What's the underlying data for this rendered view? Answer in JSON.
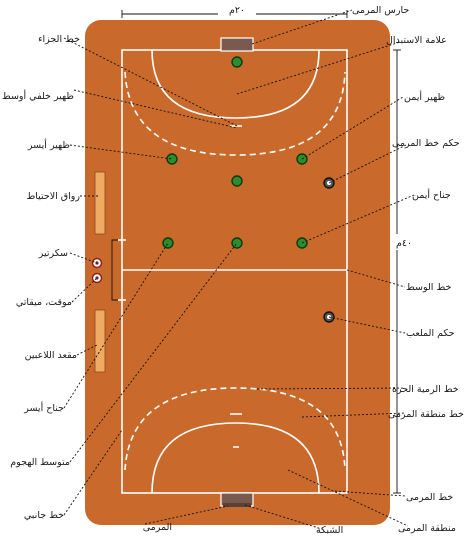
{
  "colors": {
    "court": "#c96a2c",
    "lines": "#ffffff",
    "bench": "#f0ab62",
    "goal": "#7a5a4e",
    "player": "#2e8b2e",
    "referee": "#3a3a3a"
  },
  "dimensions": {
    "width": "٢٠م",
    "length": "٤٠م"
  },
  "labels": {
    "goalkeeper": "حارس المرمى",
    "substitution_mark": "علامة الاستبدال",
    "right_back": "ظهير أيمن",
    "goal_referee": "حكم خط المرمى",
    "right_wing": "جناح أيمن",
    "centre_line": "خط الوسط",
    "court_referee": "حكم الملعب",
    "free_throw_line": "خط الرمية الحرة",
    "goal_area_line": "خط منطقة المرمى",
    "goal_line": "خط المرمى",
    "goal_area": "منطقة المرمى",
    "penalty_line": "خط الجزاء",
    "centre_back": "ظهير خلفي أوسط",
    "left_back": "ظهير أيسر",
    "substitution_zone": "رواق الاحتياط",
    "scorekeeper": "سكرتير",
    "timekeeper": "موقت، ميقاتي",
    "players_bench": "مقعد اللاعبين",
    "left_wing": "جناح أيسر",
    "pivot": "متوسط الهجوم",
    "side_line": "خط جانبي",
    "goal": "المرمى",
    "net": "الشبكة"
  }
}
